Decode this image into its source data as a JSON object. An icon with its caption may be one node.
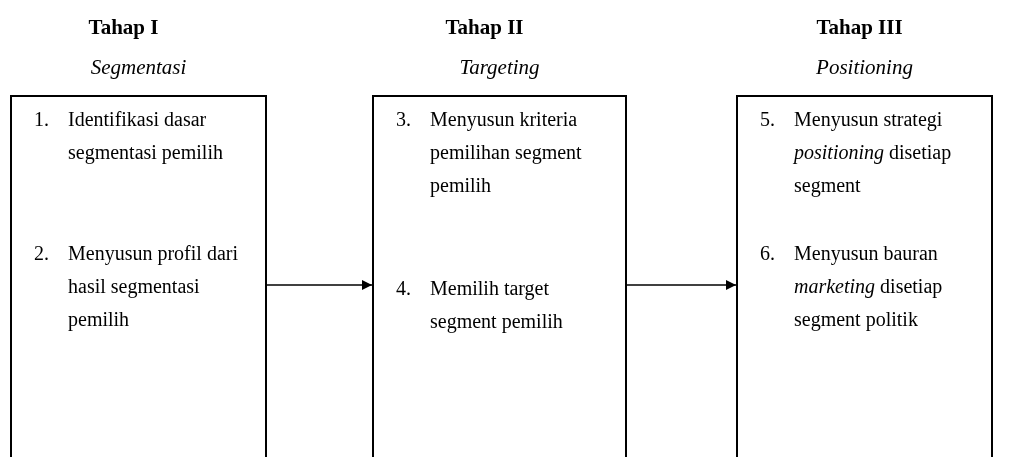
{
  "diagram": {
    "nodes": [
      {
        "text": [
          "Tahap I",
          "Segmentasi",
          "1. Identifikasi dasar segmentasi pemilih",
          "2. Menyusun profil dari hasil segmentasi pemilih"
        ]
      },
      {
        "text": [
          "Tahap II",
          "Targeting",
          "3. Menyusun kriteria pemilihan segment pemilih",
          "4. Memilih target segment pemilih"
        ]
      },
      {
        "text": [
          "Tahap III",
          "Positioning",
          "5. Menyusun strategi *positioning* disetiap segment",
          "6. Menyusun bauran *marketing* disetiap segment politik"
        ]
      }
    ],
    "edges": [
      {
        "from": 0,
        "to": 1,
        "arrow": "to"
      },
      {
        "from": 1,
        "to": 2,
        "arrow": "to"
      }
    ]
  }
}
